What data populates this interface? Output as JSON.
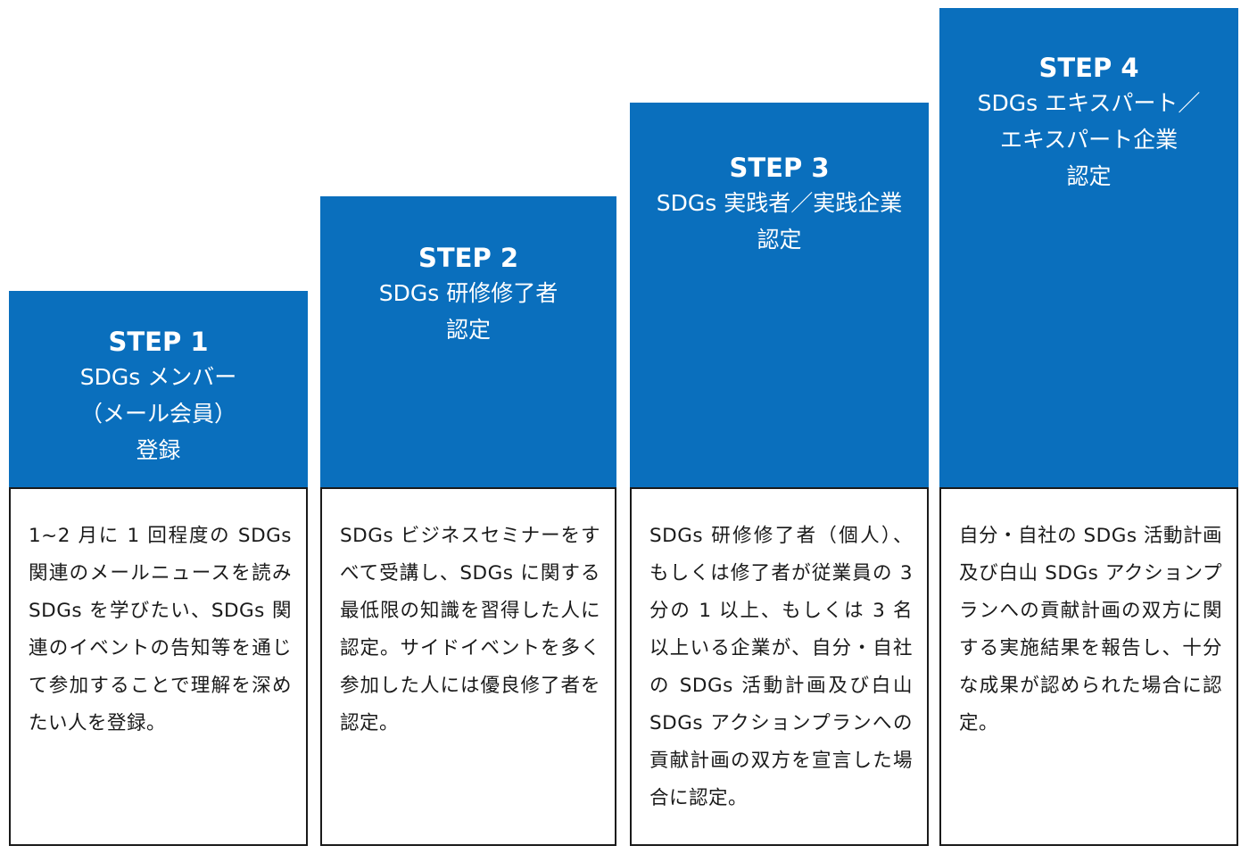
{
  "steps": [
    {
      "title": "STEP 1",
      "lines": [
        "SDGs メンバー",
        "（メール会員）",
        "登録"
      ],
      "description": "1~2 月に 1 回程度の SDGs 関連のメールニュースを読み SDGs を学びたい、SDGs 関連のイベントの告知等を通じて参加することで理解を深めたい人を登録。"
    },
    {
      "title": "STEP 2",
      "lines": [
        "SDGs 研修修了者",
        "認定"
      ],
      "description": "SDGs ビジネスセミナーをすべて受講し、SDGs に関する最低限の知識を習得した人に認定。サイドイベントを多く参加した人には優良修了者を認定。"
    },
    {
      "title": "STEP 3",
      "lines": [
        "SDGs 実践者／実践企業",
        "認定"
      ],
      "description": "SDGs 研修修了者（個人）、もしくは修了者が従業員の 3 分の 1 以上、もしくは 3 名以上いる企業が、自分・自社の SDGs 活動計画及び白山 SDGs アクションプランへの貢献計画の双方を宣言した場合に認定。"
    },
    {
      "title": "STEP 4",
      "lines": [
        "SDGs エキスパート／",
        "エキスパート企業",
        "認定"
      ],
      "description": "自分・自社の SDGs 活動計画及び白山 SDGs アクションプランへの貢献計画の双方に関する実施結果を報告し、十分な成果が認められた場合に認定。"
    }
  ],
  "colors": {
    "head_background": "#0a6fbd",
    "head_text": "#ffffff",
    "body_border": "#1a1a1a"
  }
}
